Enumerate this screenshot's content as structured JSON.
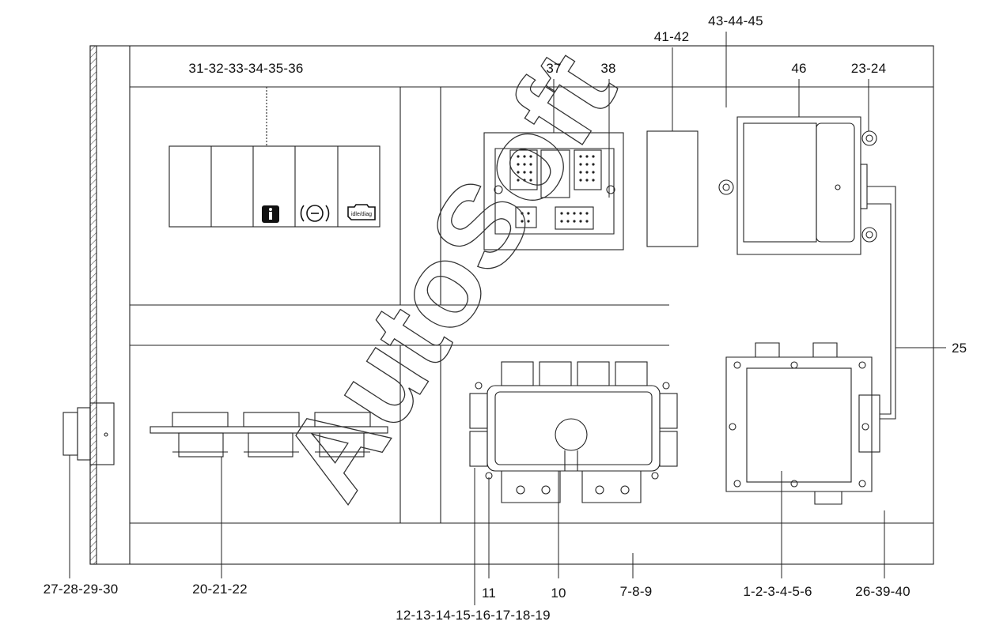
{
  "callouts": {
    "c31_36": "31-32-33-34-35-36",
    "c37": "37",
    "c38": "38",
    "c41_42": "41-42",
    "c43_45": "43-44-45",
    "c46": "46",
    "c23_24": "23-24",
    "c25": "25",
    "c27_30": "27-28-29-30",
    "c20_22": "20-21-22",
    "c11": "11",
    "c10": "10",
    "c7_9": "7-8-9",
    "c1_6": "1-2-3-4-5-6",
    "c26_40": "26-39-40",
    "c12_19": "12-13-14-15-16-17-18-19"
  },
  "watermark": "AutoSoft",
  "indicator_icons": [
    "info-icon",
    "brake-warning-icon",
    "engine-diagnostic-icon"
  ],
  "indicator_texts": {
    "diag_label": "idle/diag"
  },
  "colors": {
    "line": "#222222",
    "background": "#ffffff",
    "hatch": "#555555"
  }
}
